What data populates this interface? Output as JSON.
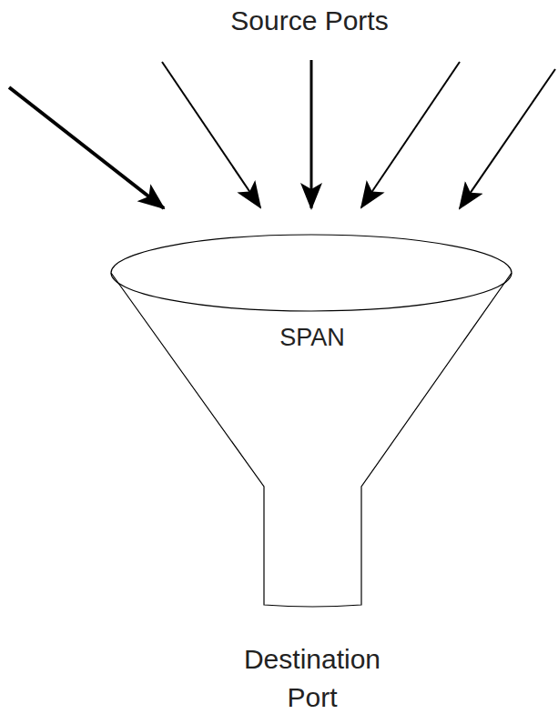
{
  "diagram": {
    "nodes": [
      {
        "text": [
          "SPAN"
        ]
      }
    ],
    "labels": [
      "Source Ports",
      "Destination Port"
    ]
  }
}
